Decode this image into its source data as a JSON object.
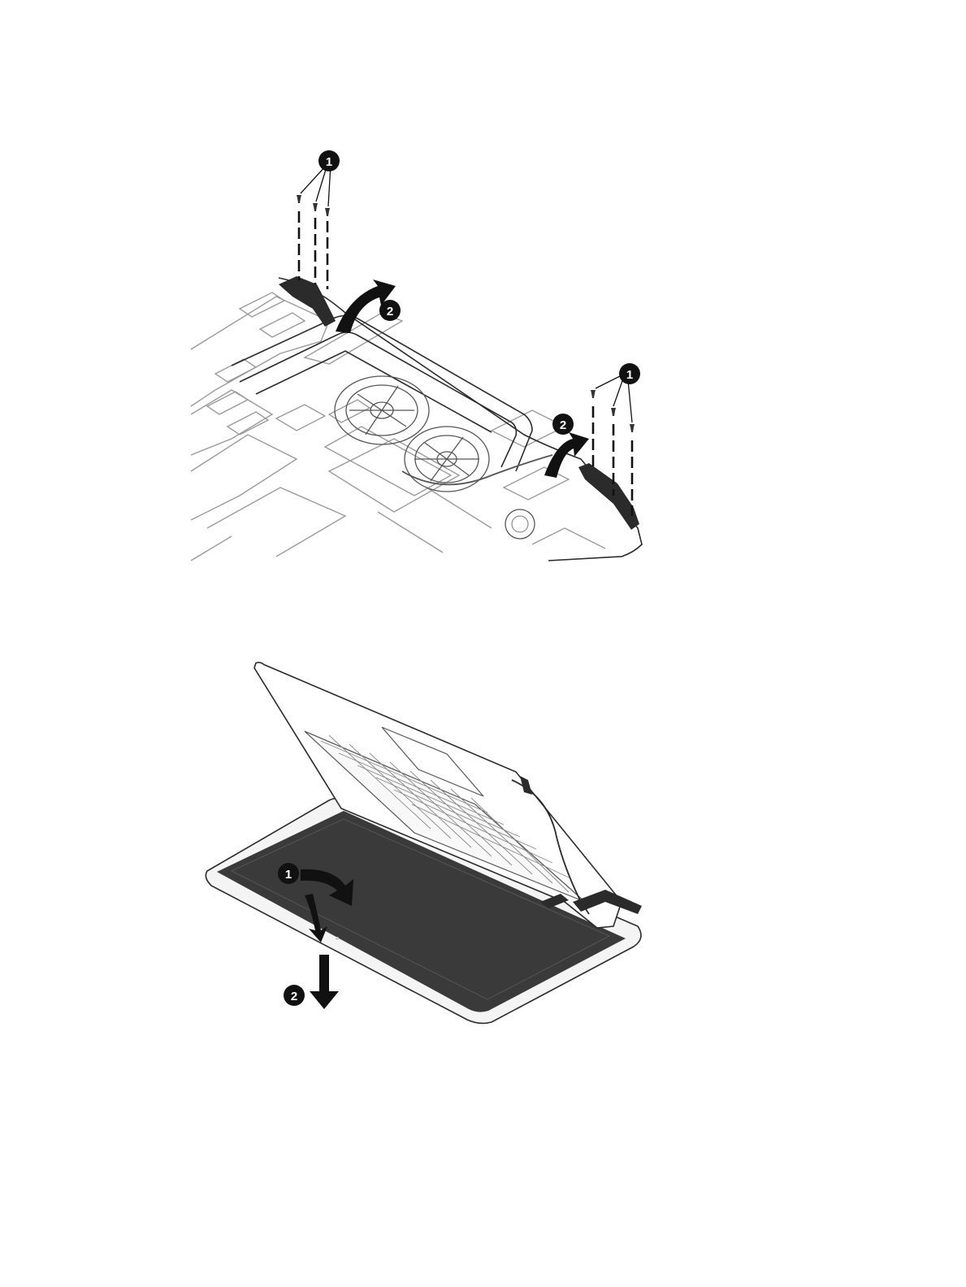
{
  "figures": [
    {
      "callouts": [
        {
          "label": "1"
        },
        {
          "label": "2"
        },
        {
          "label": "2"
        },
        {
          "label": "1"
        }
      ]
    },
    {
      "callouts": [
        {
          "label": "1"
        },
        {
          "label": "2"
        }
      ]
    }
  ],
  "colors": {
    "line": "#2b2b2b",
    "light_line": "#9a9a9a",
    "display_panel": "#3a3a3a",
    "callout_fill": "#111111"
  }
}
